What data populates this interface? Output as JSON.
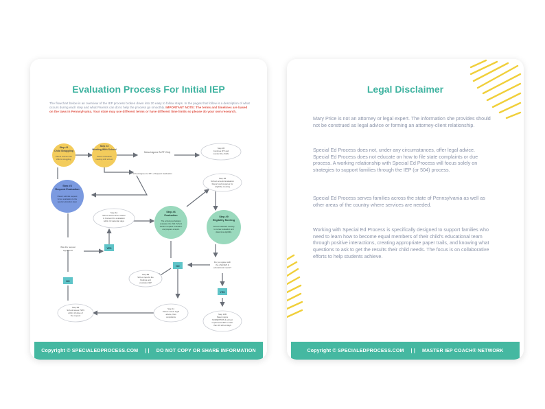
{
  "left_page": {
    "title": "Evaluation Process For Initial IEP",
    "intro": {
      "text": "The flowchart below is an overview of the IEP process broken down into 20 easy to follow steps. In the pages that follow is a description of what occurs during each step and what Parents can do to help the process go smoothly.",
      "important_note": "IMPORTANT NOTE: The terms and timelines are based on the laws in Pennsylvania. Your state may use different terms or have different time limits so please do your own research."
    },
    "flowchart": {
      "nodes": {
        "step1": {
          "title": "Step #1",
          "subtitle": "Child Struggling",
          "desc": "Parent notices their child is struggling."
        },
        "step2": {
          "title": "Step #2",
          "subtitle": "Meeting With School",
          "desc": "Parent schedules meeting with school."
        },
        "step3": {
          "title": "Step #3",
          "subtitle": "Request Evaluation",
          "desc": "Parent submits request for an evaluation to the special education department."
        },
        "step6": {
          "title": "Step #6",
          "subtitle": "Evaluation",
          "desc": "The school psychologist evaluates the child. School should complete evaluation and prepare a report."
        },
        "step9": {
          "title": "Step #9",
          "subtitle": "Eligibility Meeting",
          "desc": "School holds IEP meeting to review the evaluation and determine eligibility."
        },
        "agree_rti": "School Agrees To RTI Only",
        "agree_eval": "School Agrees to RTI + Request Evaluation",
        "step2b": "Step 2B Continue RTI and monitor the child's performance",
        "step4a": "Step 4A School issues Prior Written Notice & Consent for evaluation within 10 calendar days",
        "step4b": "Step 4B School accepts Evaluation Report and prepares for eligibility meeting",
        "step8": "Step 8B School reports the findings and evaluates IEP",
        "step5": "Step 5B School issues PWN within 10 days of the request",
        "step10": "Step 10B Parent signs NOREP/PWN & school implements IEP no later than 10 school days",
        "step11": "Step 11 Parent meets legal advice, files complaints",
        "q_received": "Was the request approved?",
        "q_agree": "Do you agree with the child IEP & educational needs?",
        "yes": "YES",
        "no": "NO"
      }
    },
    "footer": {
      "copyright": "Copyright © SPECIALEDPROCESS.COM",
      "separator": "| |",
      "notice": "DO NOT COPY OR SHARE INFORMATION"
    }
  },
  "right_page": {
    "title": "Legal Disclaimer",
    "paragraphs": [
      "Mary Price is not an attorney or legal expert. The information she provides should not be construed as legal advice or forming an attorney-client relationship.",
      "Special Ed Process does not, under any circumstances, offer legal advice. Special Ed Process does not educate on how to file state complaints or due process. A working relationship with Special Ed Process will focus solely on strategies to support families through the IEP (or 504) process.",
      "Special Ed Process serves families across the state of Pennsylvania as well as other areas of the country where services are needed.",
      "Working with Special Ed Process is specifically designed to support families who need to learn how to become equal members of their child's educational team through positive interactions, creating appropriate paper trails, and knowing what questions to ask to get the results their child needs. The focus is on collaborative efforts to help students achieve."
    ],
    "footer": {
      "copyright": "Copyright © SPECIALEDPROCESS.COM",
      "separator": "| |",
      "notice": "MASTER IEP COACH® NETWORK"
    }
  },
  "colors": {
    "teal": "#45b8a1",
    "title_teal": "#3fb3a0",
    "yellow_node": "#f3cc5c",
    "blue_node": "#7b9ae0",
    "green_node": "#9ad9bd",
    "yes_no_box": "#5fc4c8",
    "warning_red": "#e0574a",
    "body_text": "#8a93a8",
    "scribble": "#f0cf3a"
  }
}
